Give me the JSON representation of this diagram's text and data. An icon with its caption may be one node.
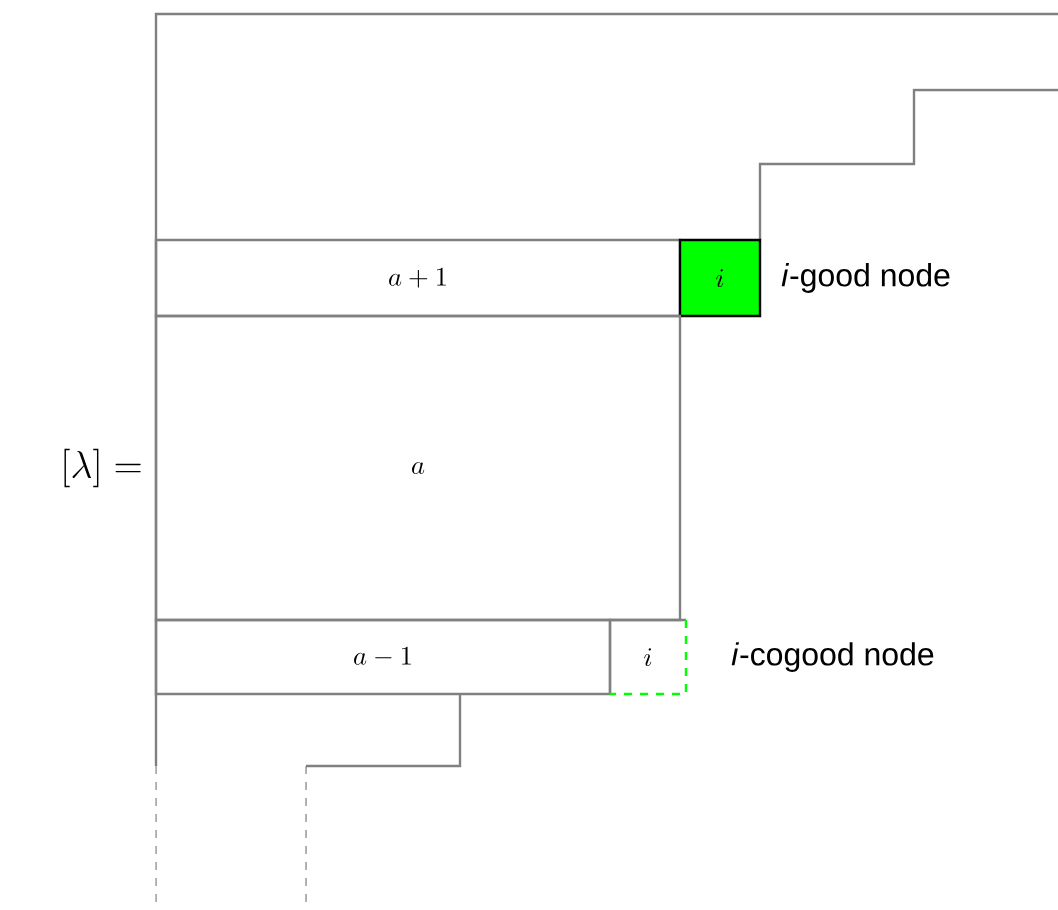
{
  "diagram": {
    "nodes": [
      {
        "text": [
          "a+1"
        ]
      },
      {
        "text": [
          "i"
        ],
        "beside": [
          "*i*-good node"
        ]
      },
      {
        "text": [
          "a"
        ]
      },
      {
        "text": [
          "a-1"
        ]
      },
      {
        "text": [
          "i"
        ],
        "beside": [
          "*i*-cogood node"
        ]
      }
    ],
    "labels": [
      "[\\lambda] ="
    ]
  }
}
